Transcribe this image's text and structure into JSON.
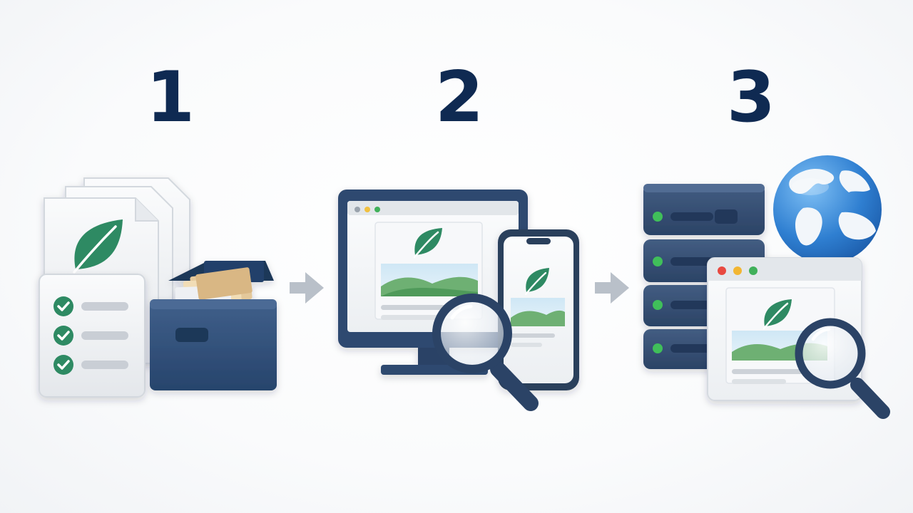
{
  "steps": [
    {
      "number": "1"
    },
    {
      "number": "2"
    },
    {
      "number": "3"
    }
  ],
  "icons": {
    "step1": [
      "document-stack-icon",
      "leaf-icon",
      "checklist-icon",
      "file-box-icon"
    ],
    "step2": [
      "monitor-icon",
      "smartphone-icon",
      "magnifier-icon",
      "leaf-icon",
      "landscape-image-icon"
    ],
    "step3": [
      "server-rack-icon",
      "globe-icon",
      "browser-window-icon",
      "magnifier-icon",
      "leaf-icon"
    ],
    "connectors": [
      "arrow-right-icon",
      "arrow-right-icon"
    ]
  },
  "colors": {
    "navy": "#0f2a52",
    "slate_blue": "#344f77",
    "leaf_green": "#2e8a63",
    "check_green": "#2e8a63",
    "arrow_gray": "#b9c0c9",
    "server_light": "#3fbf5a",
    "globe_blue": "#2f7fd1"
  }
}
